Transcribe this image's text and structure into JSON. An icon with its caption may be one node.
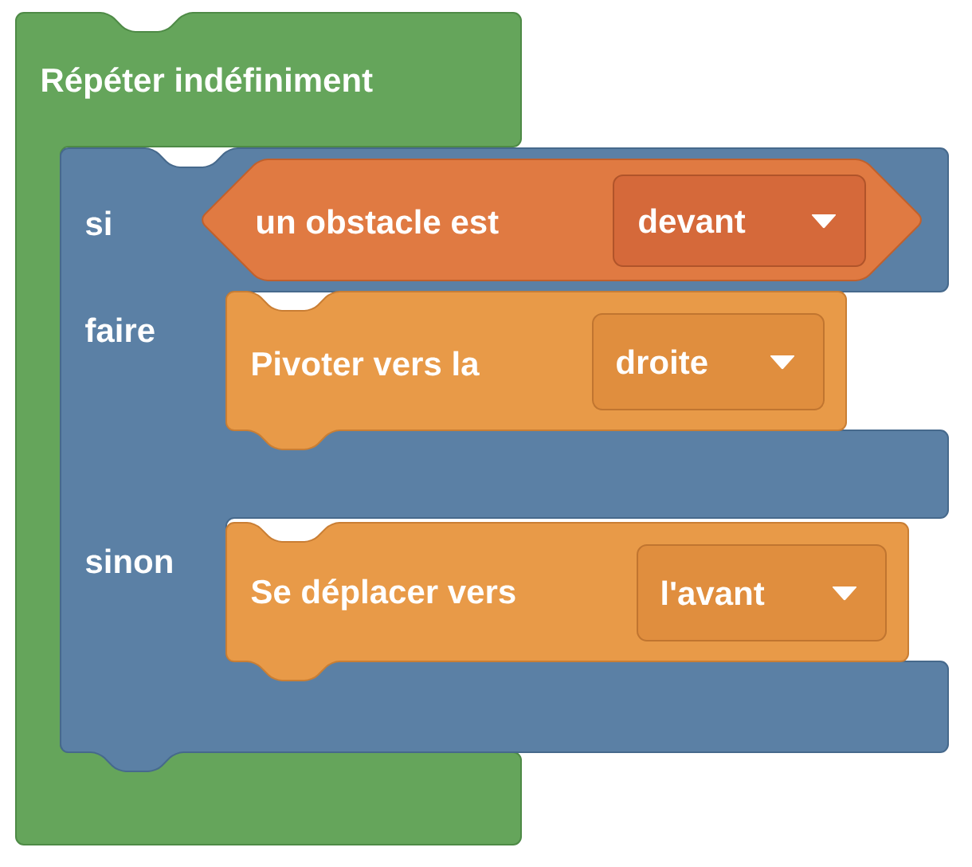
{
  "diagram": {
    "nodes": [
      {
        "text": [
          "Répéter indéfiniment"
        ]
      },
      {
        "text": [
          "si",
          "faire",
          "sinon"
        ]
      },
      {
        "text": [
          "un obstacle est"
        ],
        "in": 1
      },
      {
        "text": [
          "devant"
        ],
        "in": 2
      },
      {
        "text": [
          "Pivoter vers la"
        ],
        "in": 1
      },
      {
        "text": [
          "droite"
        ],
        "in": 4
      },
      {
        "text": [
          "Se déplacer vers"
        ],
        "in": 1
      },
      {
        "text": [
          "l'avant"
        ],
        "in": 6
      }
    ]
  }
}
